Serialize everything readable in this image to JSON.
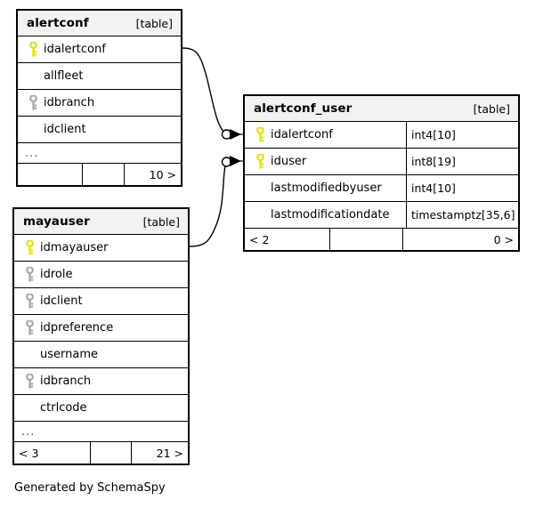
{
  "diagram": {
    "type": "entity-relationship-diagram",
    "generator_note": "Generated by SchemaSpy",
    "table_tag": "[table]",
    "ellipsis": "...",
    "icons": {
      "primary_key": "key-icon-primary",
      "foreign_key": "key-icon-foreign"
    },
    "colors": {
      "primary_key": "#e8e800",
      "foreign_key": "#a6a6a6",
      "header_background": "#f2f2f2",
      "border": "#000000",
      "background": "#ffffff"
    }
  },
  "tables": [
    {
      "id": "alertconf",
      "name": "alertconf",
      "tag": "[table]",
      "columns": [
        {
          "name": "idalertconf",
          "key": "primary",
          "type": ""
        },
        {
          "name": "allfleet",
          "key": "none",
          "type": ""
        },
        {
          "name": "idbranch",
          "key": "foreign",
          "type": ""
        },
        {
          "name": "idclient",
          "key": "none",
          "type": ""
        }
      ],
      "has_more_columns": true,
      "footer": {
        "left": "",
        "middle": "",
        "right": "10 >"
      }
    },
    {
      "id": "alertconf_user",
      "name": "alertconf_user",
      "tag": "[table]",
      "columns": [
        {
          "name": "idalertconf",
          "key": "primary",
          "type": "int4[10]"
        },
        {
          "name": "iduser",
          "key": "primary",
          "type": "int8[19]"
        },
        {
          "name": "lastmodifiedbyuser",
          "key": "none",
          "type": "int4[10]"
        },
        {
          "name": "lastmodificationdate",
          "key": "none",
          "type": "timestamptz[35,6]"
        }
      ],
      "has_more_columns": false,
      "footer": {
        "left": "< 2",
        "middle": "",
        "right": "0 >"
      }
    },
    {
      "id": "mayauser",
      "name": "mayauser",
      "tag": "[table]",
      "columns": [
        {
          "name": "idmayauser",
          "key": "primary",
          "type": ""
        },
        {
          "name": "idrole",
          "key": "foreign",
          "type": ""
        },
        {
          "name": "idclient",
          "key": "foreign",
          "type": ""
        },
        {
          "name": "idpreference",
          "key": "foreign",
          "type": ""
        },
        {
          "name": "username",
          "key": "none",
          "type": ""
        },
        {
          "name": "idbranch",
          "key": "foreign",
          "type": ""
        },
        {
          "name": "ctrlcode",
          "key": "none",
          "type": ""
        }
      ],
      "has_more_columns": true,
      "footer": {
        "left": "< 3",
        "middle": "",
        "right": "21 >"
      }
    }
  ],
  "relationships": [
    {
      "id": "rel-alertconf-to-alertconf_user",
      "from_table": "alertconf",
      "from_column": "idalertconf",
      "to_table": "alertconf_user",
      "to_column": "idalertconf",
      "from_cardinality": "zero",
      "to_cardinality": "many"
    },
    {
      "id": "rel-mayauser-to-alertconf_user",
      "from_table": "mayauser",
      "from_column": "idmayauser",
      "to_table": "alertconf_user",
      "to_column": "iduser",
      "from_cardinality": "zero",
      "to_cardinality": "many"
    }
  ],
  "footer": {
    "generated_by": "Generated by SchemaSpy"
  }
}
